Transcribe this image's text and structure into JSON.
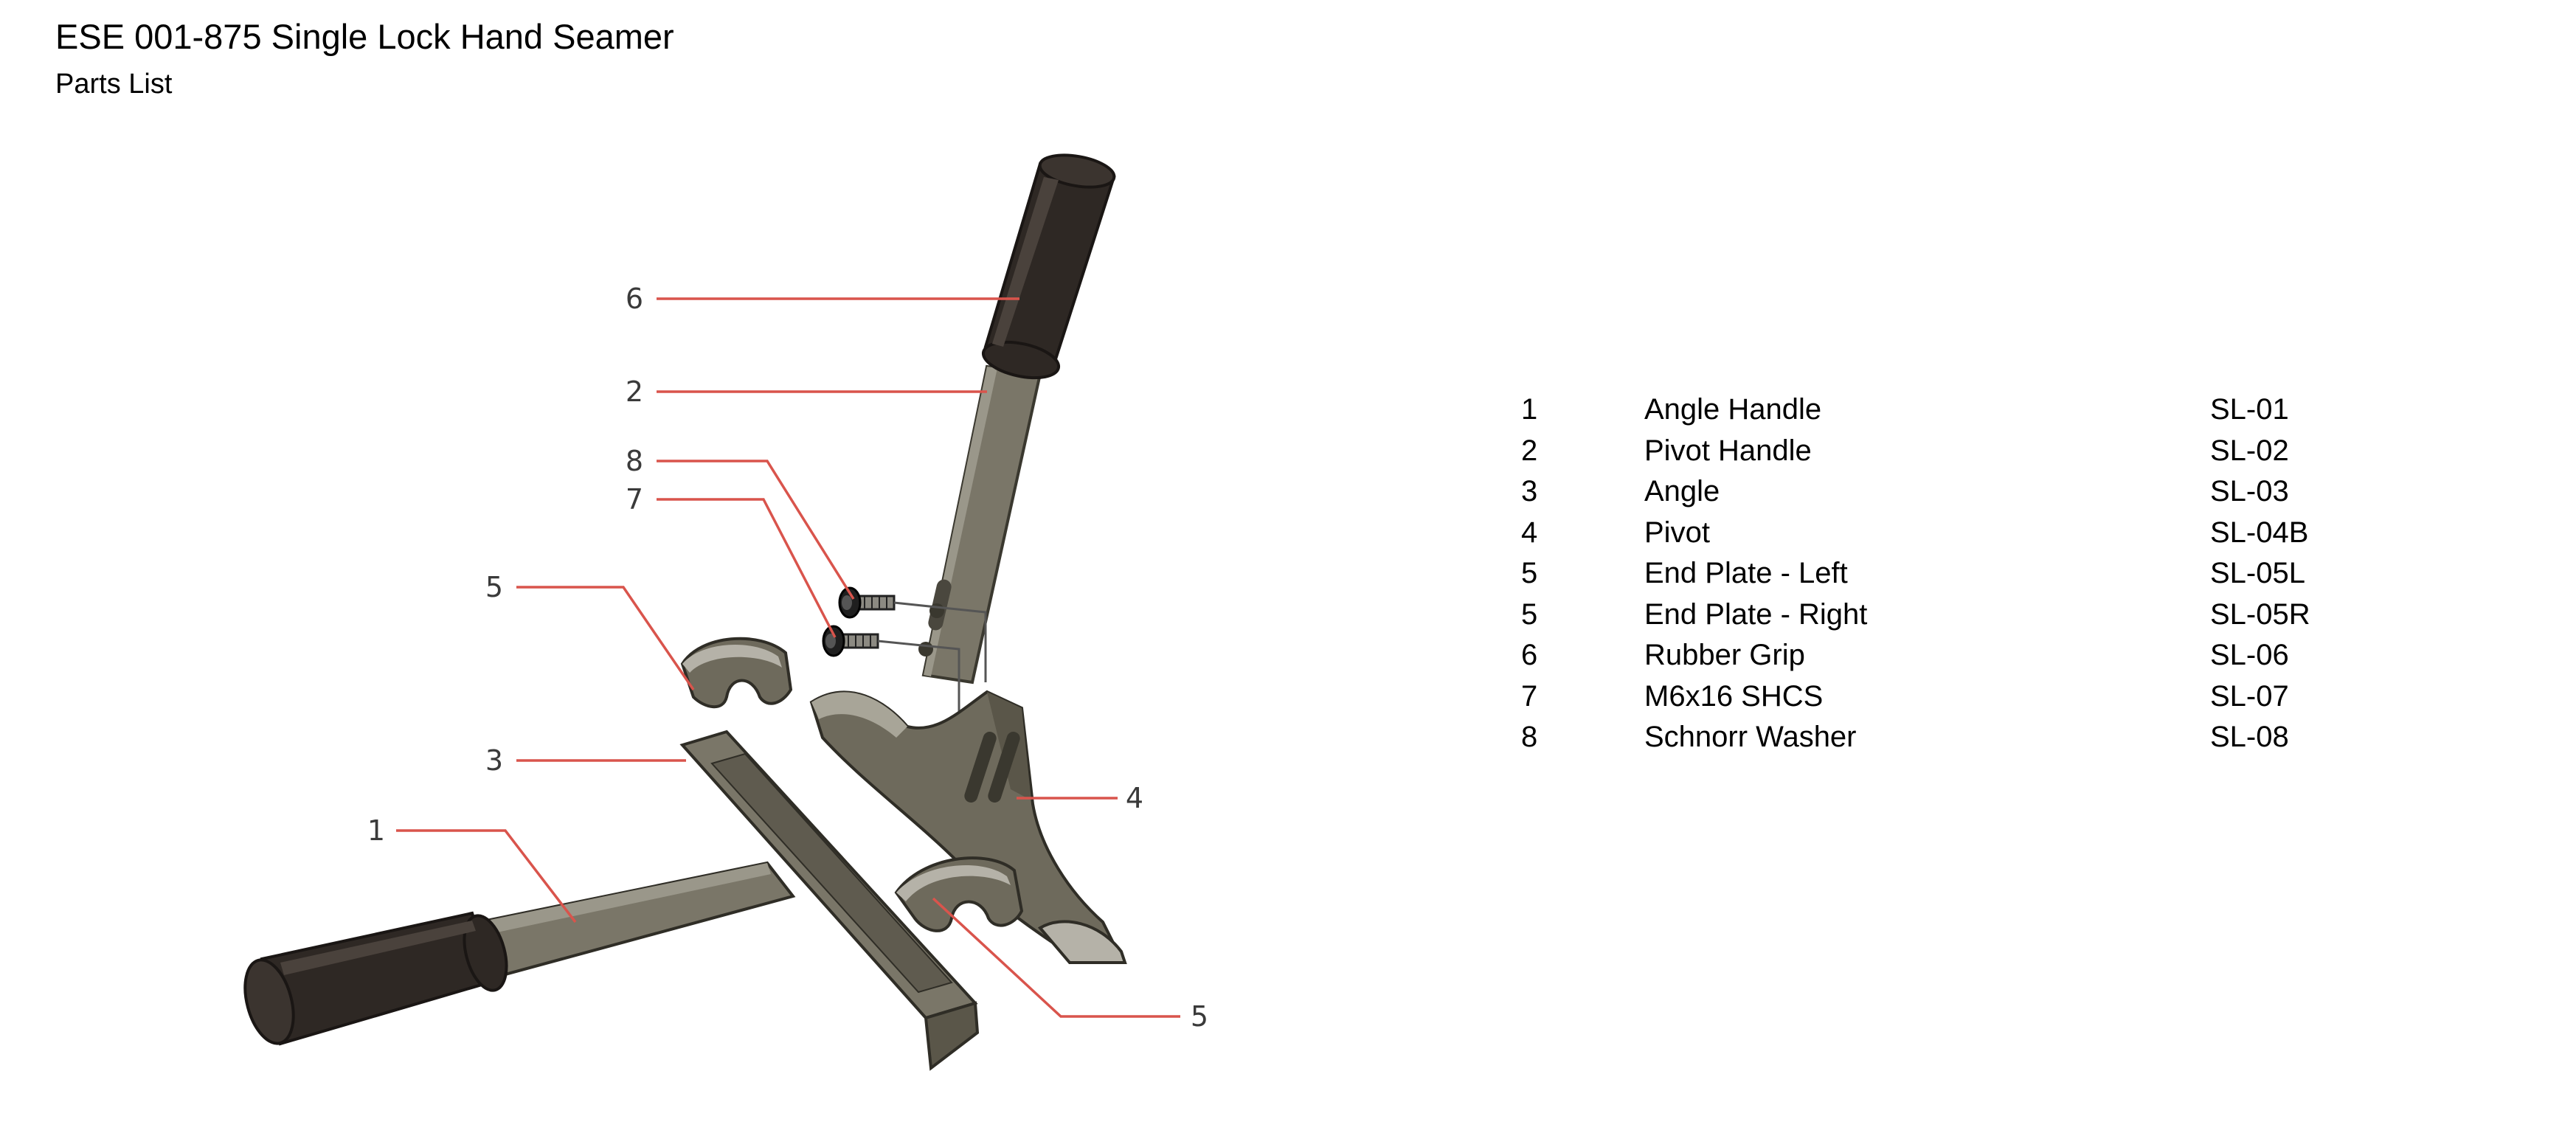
{
  "header": {
    "title": "ESE 001-875 Single Lock Hand Seamer",
    "subtitle": "Parts List"
  },
  "diagram": {
    "callouts": [
      {
        "number": "6"
      },
      {
        "number": "2"
      },
      {
        "number": "8"
      },
      {
        "number": "7"
      },
      {
        "number": "5"
      },
      {
        "number": "3"
      },
      {
        "number": "1"
      },
      {
        "number": "4"
      },
      {
        "number": "5"
      }
    ],
    "colors": {
      "leader": "#d9544c",
      "grip": "#2e2824",
      "metal": "#7a7668",
      "metal_dark": "#5f5b4f",
      "metal_light": "#b5b2a8"
    }
  },
  "parts": [
    {
      "num": "1",
      "desc": "Angle Handle",
      "code": "SL-01"
    },
    {
      "num": "2",
      "desc": "Pivot Handle",
      "code": "SL-02"
    },
    {
      "num": "3",
      "desc": "Angle",
      "code": "SL-03"
    },
    {
      "num": "4",
      "desc": "Pivot",
      "code": "SL-04B"
    },
    {
      "num": "5",
      "desc": "End Plate - Left",
      "code": "SL-05L"
    },
    {
      "num": "5",
      "desc": "End Plate - Right",
      "code": "SL-05R"
    },
    {
      "num": "6",
      "desc": "Rubber Grip",
      "code": "SL-06"
    },
    {
      "num": "7",
      "desc": "M6x16 SHCS",
      "code": "SL-07"
    },
    {
      "num": "8",
      "desc": "Schnorr Washer",
      "code": "SL-08"
    }
  ]
}
